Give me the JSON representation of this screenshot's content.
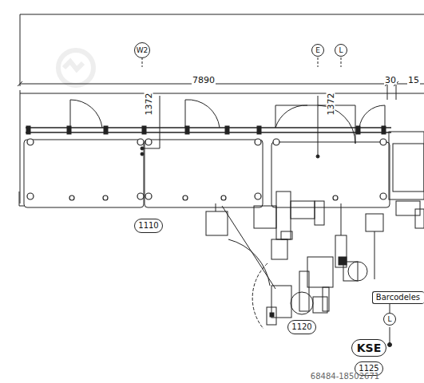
{
  "diagram": {
    "nodes": [
      {
        "text": [
          "W2"
        ]
      },
      {
        "text": [
          "E"
        ]
      },
      {
        "text": [
          "L"
        ]
      },
      {
        "text": [
          "1110"
        ]
      },
      {
        "text": [
          "1120"
        ]
      },
      {
        "text": [
          "Barcodeles"
        ]
      },
      {
        "text": [
          "L"
        ]
      },
      {
        "text": [
          "KSE"
        ]
      },
      {
        "text": [
          "1125"
        ]
      }
    ],
    "edges": [
      {
        "from": 5,
        "to": 6,
        "arrow": "none"
      }
    ],
    "labels": [
      "7890",
      "30",
      "15",
      "1372",
      "1372",
      "68484-18502671"
    ]
  }
}
